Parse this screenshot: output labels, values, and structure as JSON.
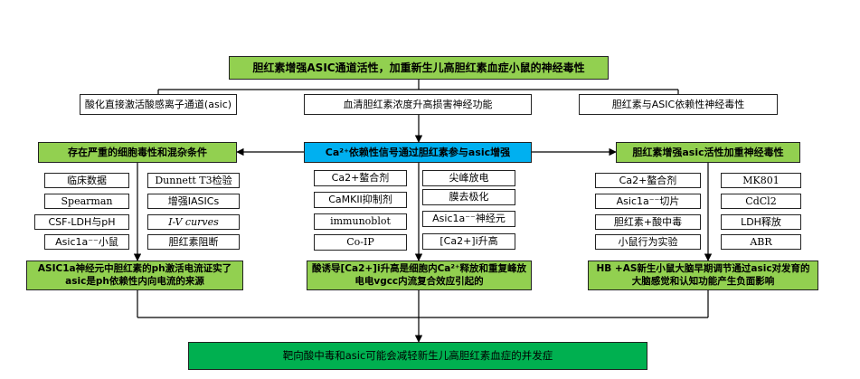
{
  "title": "胆红素增强ASIC通道活性，加重新生儿高胆红素血症小鼠的神经毒性",
  "premises": [
    "酸化直接激活酸感离子通道(asic)",
    "血清胆红素浓度升高损害神经功能",
    "胆红素与ASIC依赖性神经毒性"
  ],
  "center_hub": "Ca²⁺依赖性信号通过胆红素参与asic增强",
  "left": {
    "header": "存在严重的细胞毒性和混杂条件",
    "col1": [
      "临床数据",
      "Spearman",
      "CSF-LDH与pH",
      "Asic1a⁻⁻小鼠"
    ],
    "col2": [
      "Dunnett T3检验",
      "增强IASICs",
      "I-V curves",
      "胆红素阻断"
    ],
    "conclusion": "ASIC1a神经元中胆红素的ph激活电流证实了asic是ph依赖性内向电流的来源"
  },
  "middle": {
    "col1": [
      "Ca2+螯合剂",
      "CaMKII抑制剂",
      "immunoblot",
      "Co-IP"
    ],
    "col2": [
      "尖峰放电",
      "膜去极化",
      "Asic1a⁻⁻神经元",
      "[Ca2+]i升高"
    ],
    "conclusion": "酸诱导[Ca2+]i升高是细胞内Ca²⁺释放和重复峰放电电vgcc内流复合效应引起的"
  },
  "right": {
    "header": "胆红素增强asic活性加重神经毒性",
    "col1": [
      "Ca2+螯合剂",
      "Asic1a⁻⁻切片",
      "胆红素+酸中毒",
      "小鼠行为实验"
    ],
    "col2": [
      "MK801",
      "CdCl2",
      "LDH释放",
      "ABR"
    ],
    "conclusion": "HB +AS新生小鼠大脑早期调节通过asic对发育的大脑感觉和认知功能产生负面影响"
  },
  "final": "靶向酸中毒和asic可能会减轻新生儿高胆红素血症的并发症"
}
